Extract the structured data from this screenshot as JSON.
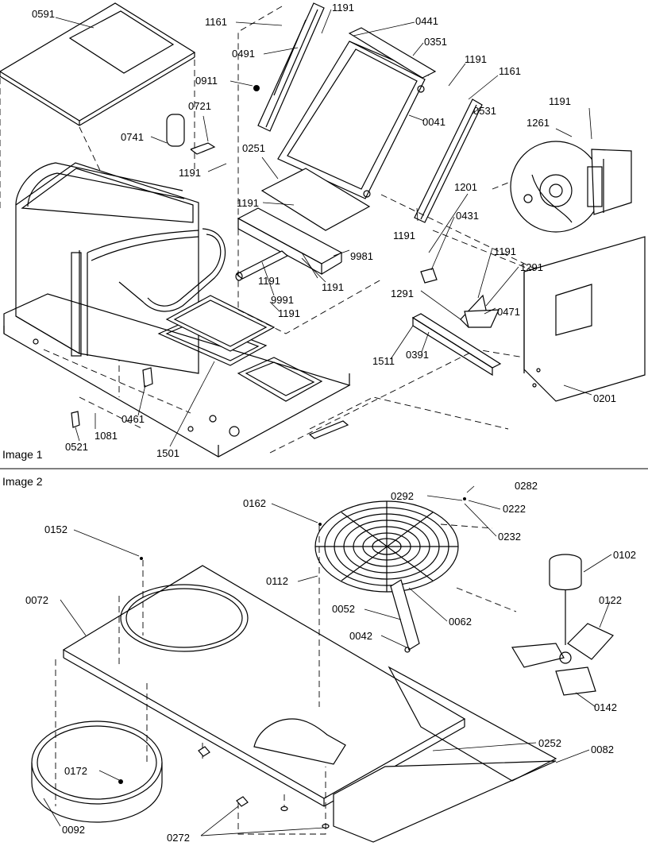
{
  "panels": [
    {
      "label": "Image 1",
      "callouts": [
        "0591",
        "1161",
        "1191",
        "0441",
        "0351",
        "1191",
        "1161",
        "0491",
        "0911",
        "0741",
        "0721",
        "1191",
        "0041",
        "0531",
        "1191",
        "1261",
        "0251",
        "1191",
        "1201",
        "0431",
        "1191",
        "1191",
        "9981",
        "1191",
        "1291",
        "1191",
        "0471",
        "9991",
        "1191",
        "1291",
        "1511",
        "0391",
        "0201",
        "0461",
        "1081",
        "0521",
        "1501"
      ]
    },
    {
      "label": "Image 2",
      "callouts": [
        "0162",
        "0292",
        "0282",
        "0222",
        "0232",
        "0152",
        "0102",
        "0072",
        "0112",
        "0122",
        "0052",
        "0062",
        "0042",
        "0252",
        "0082",
        "0172",
        "0142",
        "0092",
        "0272"
      ]
    }
  ]
}
